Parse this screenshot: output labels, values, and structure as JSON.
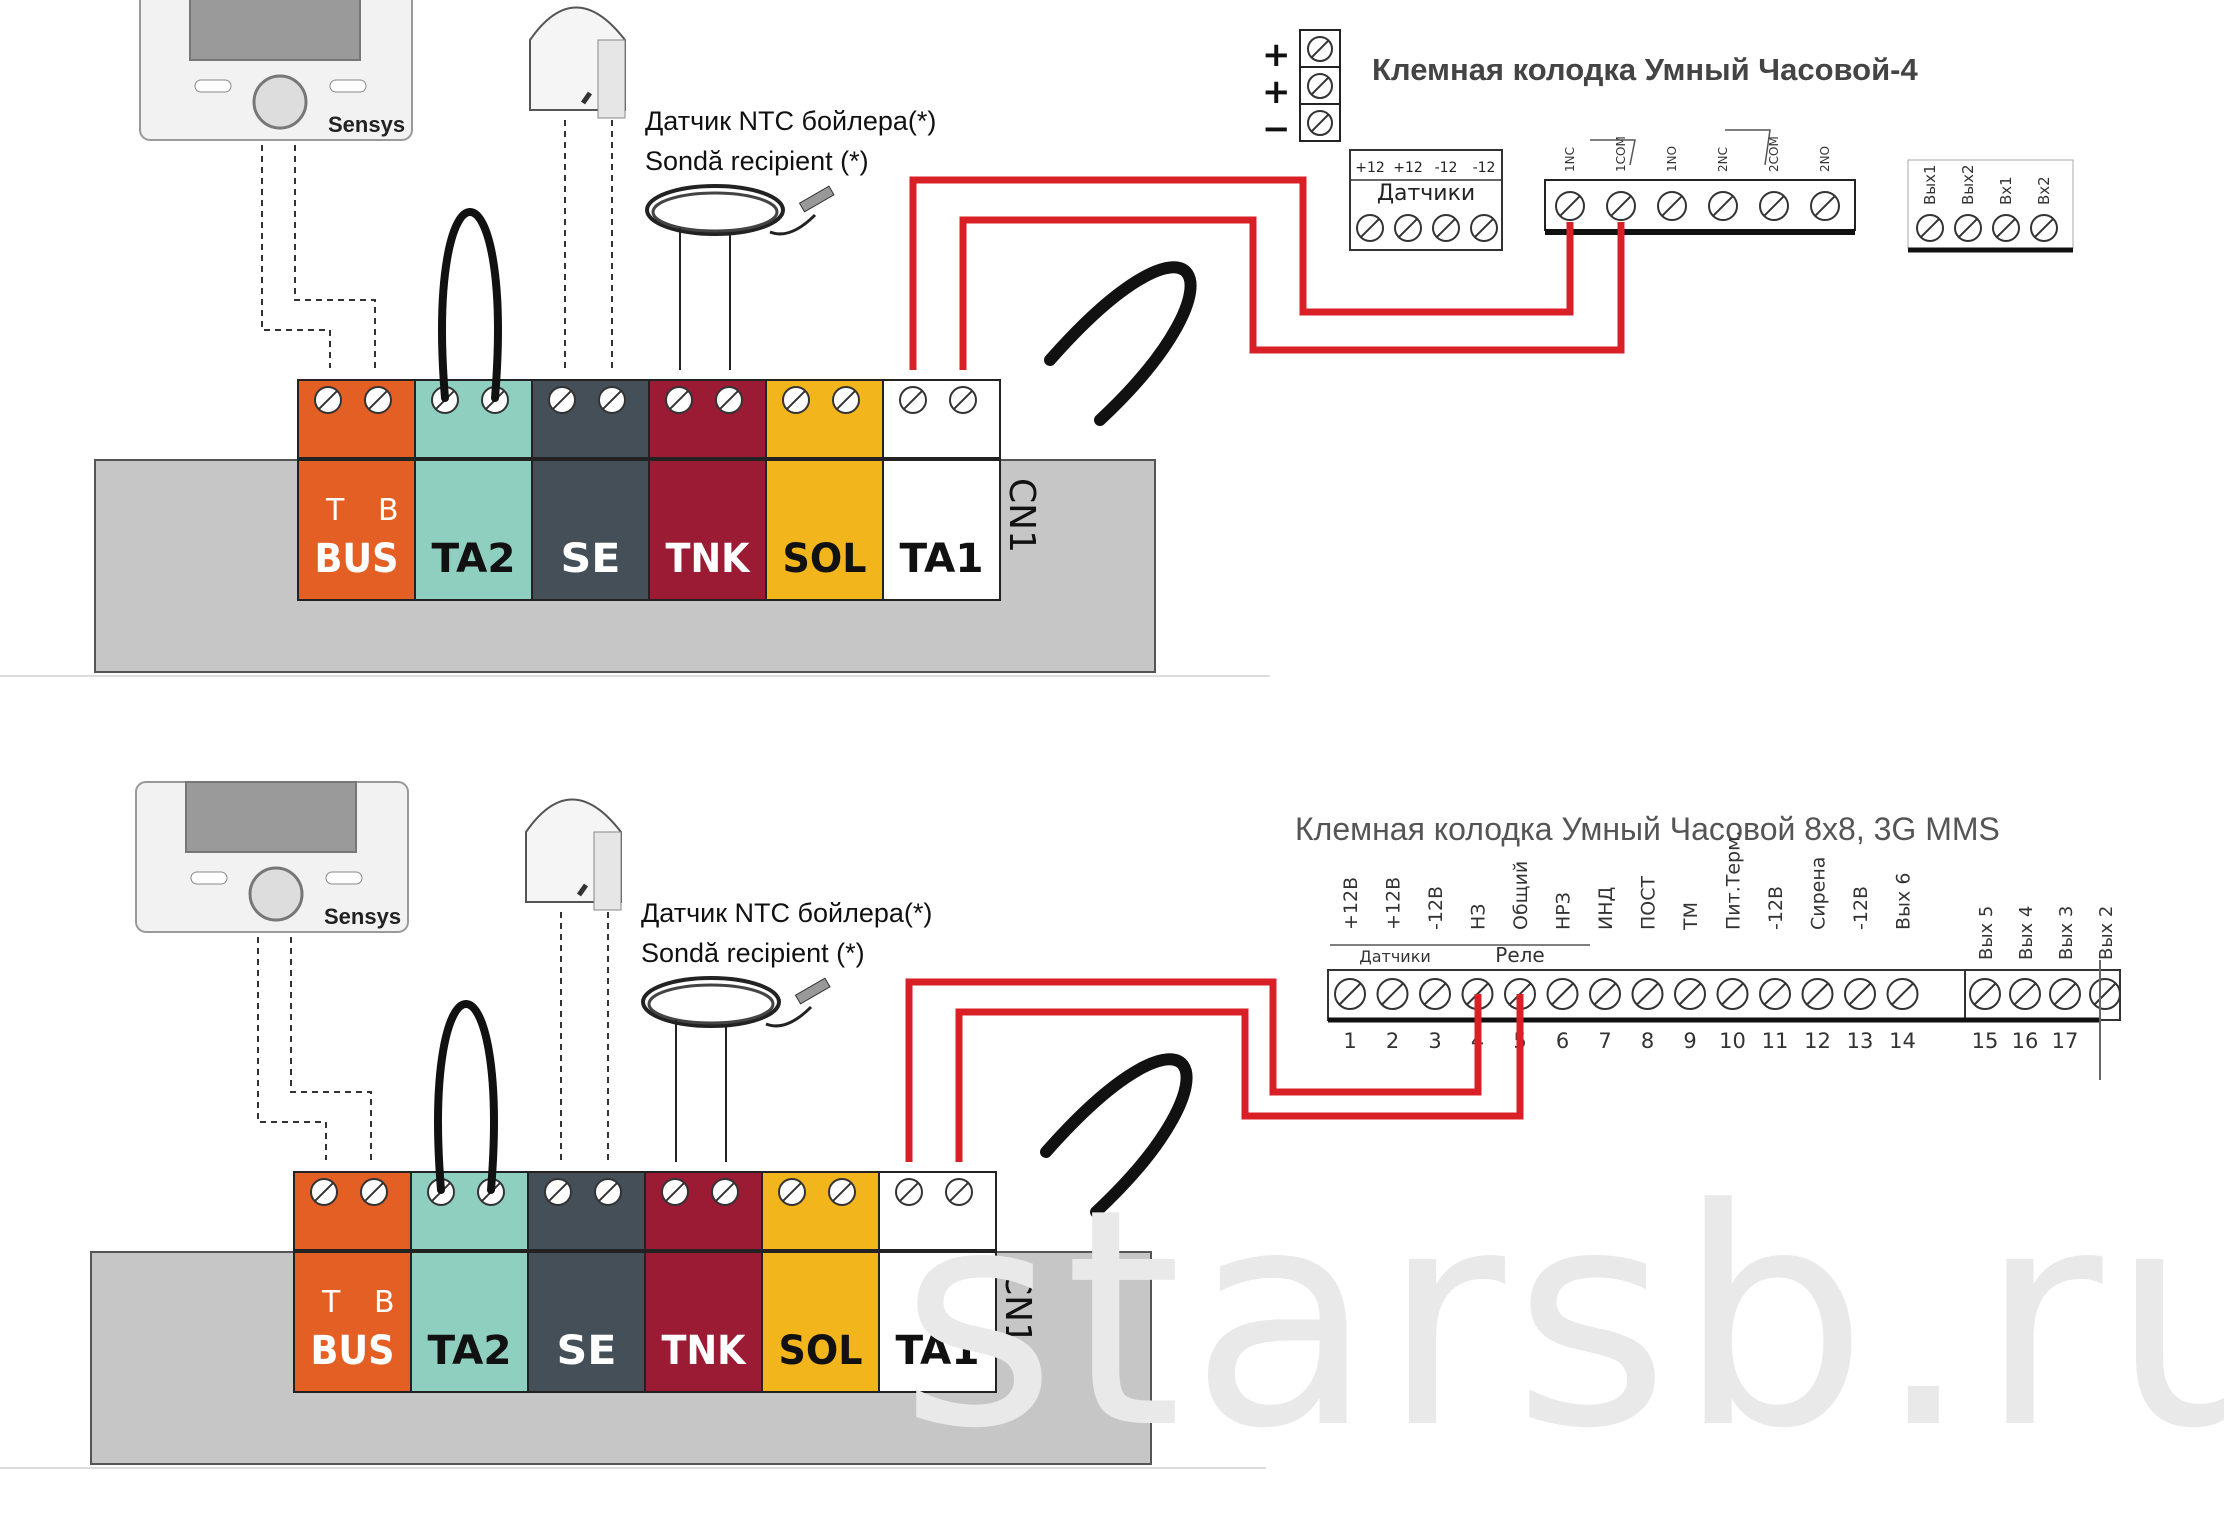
{
  "watermark": "starsb.ru",
  "colors": {
    "bus": "#e35f23",
    "ta2": "#8fcfc0",
    "se": "#454f57",
    "tnk": "#9a1b33",
    "sol": "#f2b51c",
    "ta1": "#ffffff",
    "wire_red": "#d92027",
    "base_gray": "#c6c6c6"
  },
  "icons": [
    "thermostat-icon",
    "outdoor-sensor-icon",
    "ntc-probe-icon",
    "jumper-wire-icon",
    "screw-terminal-icon"
  ],
  "diagram_top": {
    "thermostat_brand": "Sensys",
    "probe_label_ru": "Датчик NTC бойлера(*)",
    "probe_label_ro": "Sondă recipient (*)",
    "connector": "CN1",
    "bus_sub": [
      "T",
      "B"
    ],
    "blocks": [
      "BUS",
      "TA2",
      "SE",
      "TNK",
      "SOL",
      "TA1"
    ],
    "block_title": "Клемная колодка Умный Часовой-4",
    "power_signs": [
      "+",
      "+",
      "−"
    ],
    "sensor_cells": [
      "+12",
      "+12",
      "-12",
      "-12"
    ],
    "sensor_caption": "Датчики",
    "relay_labels": [
      "1NC",
      "1COM",
      "1NO",
      "2NC",
      "2COM",
      "2NO"
    ],
    "output_labels": [
      "Вых1",
      "Вых2",
      "Вх1",
      "Вх2"
    ]
  },
  "diagram_bottom": {
    "thermostat_brand": "Sensys",
    "probe_label_ru": "Датчик NTC бойлера(*)",
    "probe_label_ro": "Sondă recipient (*)",
    "connector": "CN1",
    "bus_sub": [
      "T",
      "B"
    ],
    "blocks": [
      "BUS",
      "TA2",
      "SE",
      "TNK",
      "SOL",
      "TA1"
    ],
    "block_title": "Клемная колодка Умный Часовой 8x8, 3G MMS",
    "terminals": [
      "+12В",
      "+12В",
      "-12В",
      "НЗ",
      "Общий",
      "НРЗ",
      "ИНД",
      "ПОСТ",
      "ТМ",
      "Пит.Терм.",
      "-12В",
      "Сирена",
      "-12В",
      "Вых 6"
    ],
    "terminal_numbers": [
      "1",
      "2",
      "3",
      "4",
      "5",
      "6",
      "7",
      "8",
      "9",
      "10",
      "11",
      "12",
      "13",
      "14"
    ],
    "group_sensors": "Датчики",
    "group_relay": "Реле",
    "extra_terminals": [
      "Вых 5",
      "Вых 4",
      "Вых 3",
      "Вых 2"
    ],
    "extra_numbers": [
      "15",
      "16",
      "17"
    ]
  }
}
